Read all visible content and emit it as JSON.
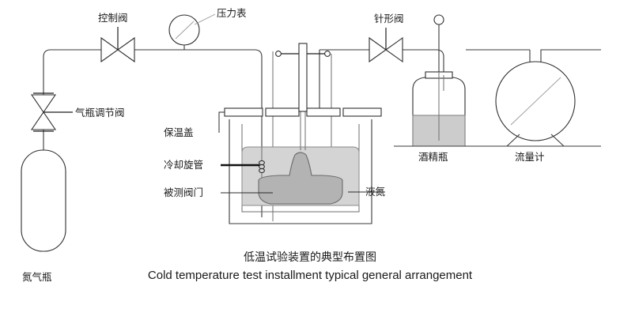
{
  "figure": {
    "caption_cn": "低温试验装置的典型布置图",
    "caption_en": "Cold temperature test installment typical general arrangement"
  },
  "labels": {
    "control_valve": "控制阀",
    "pressure_gauge": "压力表",
    "cylinder_regulator_valve": "气瓶调节阀",
    "nitrogen_cylinder": "氮气瓶",
    "insulation_cover": "保温盖",
    "cooling_coil": "冷却旋管",
    "valve_under_test": "被测阀门",
    "liquid_nitrogen": "液氮",
    "needle_valve": "针形阀",
    "alcohol_bottle": "酒精瓶",
    "flow_meter": "流量计"
  },
  "icons": {
    "control_valve": "globe-valve-icon",
    "pressure_gauge": "pressure-gauge-icon",
    "cylinder_regulator_valve": "regulator-valve-icon",
    "nitrogen_cylinder": "gas-cylinder-icon",
    "cryostat_tank": "cryostat-tank-icon",
    "insulation_cover": "insulation-lid-icon",
    "cooling_coil": "cooling-coil-icon",
    "valve_under_test": "test-valve-icon",
    "needle_valve": "needle-valve-icon",
    "alcohol_bottle": "alcohol-bottle-icon",
    "flow_meter": "flow-meter-icon",
    "stem_handle": "stem-crossbar-icon"
  },
  "colors": {
    "line": "#3a3a3a",
    "line_dark": "#1e1e1e",
    "liquid_nitrogen_fill": "#d4d4d4",
    "test_valve_fill": "#b3b3b3",
    "alcohol_fill": "#cccccc",
    "background": "#ffffff",
    "text": "#1a1a1a"
  }
}
